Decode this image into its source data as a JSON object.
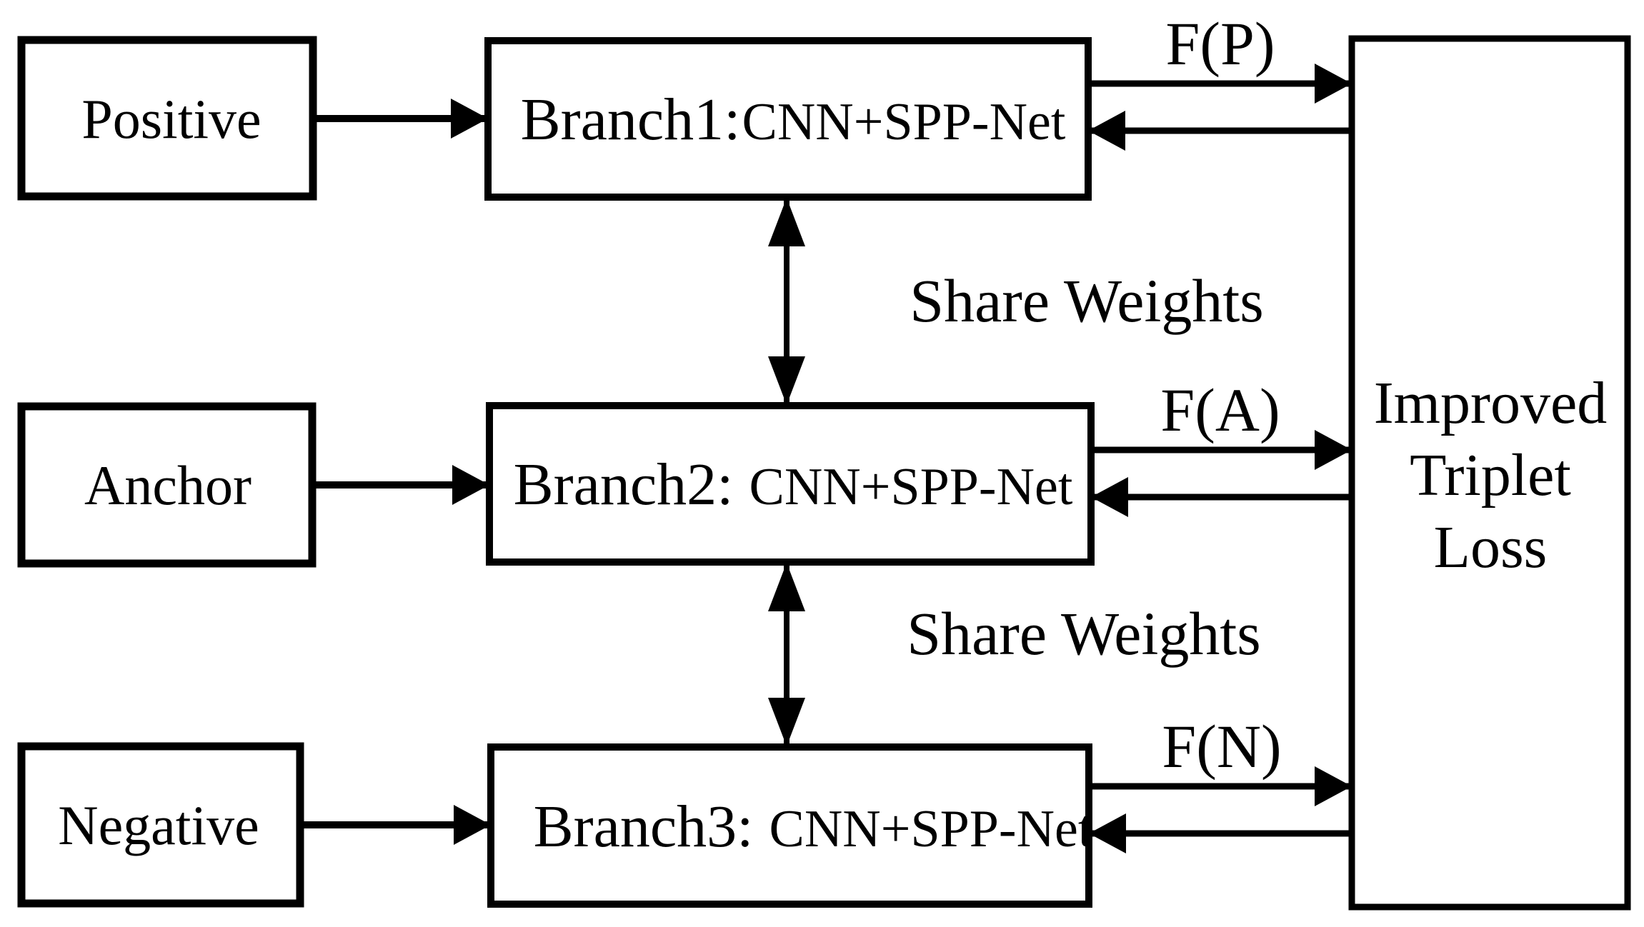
{
  "colors": {
    "ink": "#000000",
    "background": "#ffffff"
  },
  "inputs": [
    {
      "label": "Positive"
    },
    {
      "label": "Anchor"
    },
    {
      "label": "Negative"
    }
  ],
  "branches": [
    {
      "prefix": "Branch1:",
      "net": "CNN+SPP-Net",
      "feature_label": "F(P)"
    },
    {
      "prefix": "Branch2:",
      "net": "CNN+SPP-Net",
      "feature_label": "F(A)"
    },
    {
      "prefix": "Branch3:",
      "net": "CNN+SPP-Net",
      "feature_label": "F(N)"
    }
  ],
  "share_weights": [
    "Share Weights",
    "Share Weights"
  ],
  "loss_box": {
    "line1": "Improved",
    "line2": "Triplet",
    "line3": "Loss"
  }
}
